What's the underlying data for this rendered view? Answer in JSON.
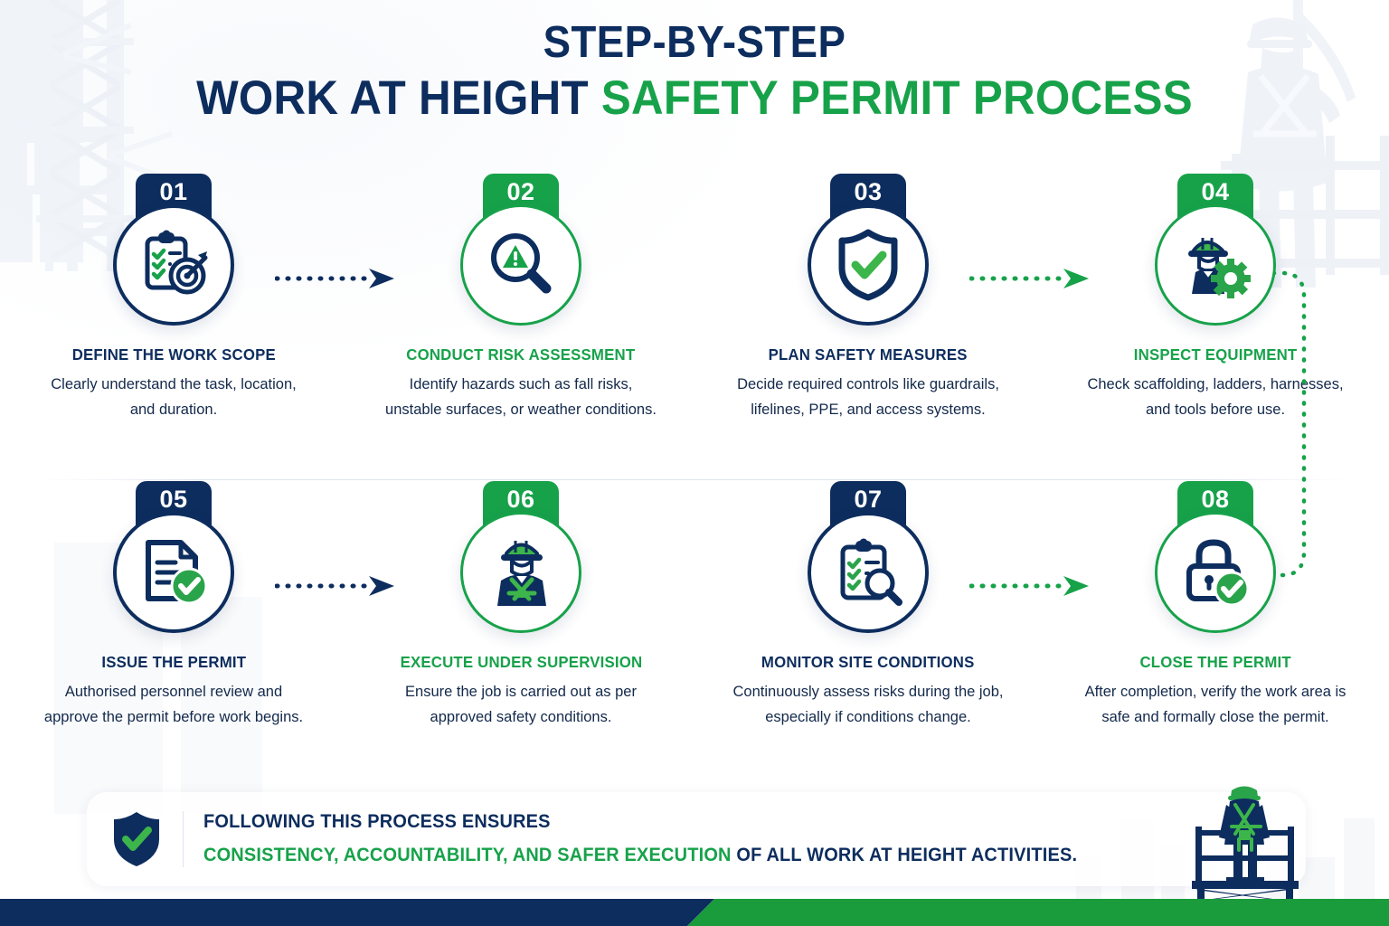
{
  "title": {
    "line1": "STEP-BY-STEP",
    "line2_dark": "WORK AT HEIGHT ",
    "line2_green": "SAFETY PERMIT PROCESS"
  },
  "colors": {
    "navy": "#0d2d5e",
    "green": "#17a24a",
    "text": "#13294b",
    "background": "#ffffff"
  },
  "steps": [
    {
      "number": "01",
      "title": "DEFINE THE WORK SCOPE",
      "desc": "Clearly understand the task, location, and duration.",
      "accent": "navy",
      "icon": "clipboard-target-icon"
    },
    {
      "number": "02",
      "title": "CONDUCT RISK ASSESSMENT",
      "desc": "Identify hazards such as fall risks, unstable surfaces, or weather conditions.",
      "accent": "green",
      "icon": "magnifier-warning-icon"
    },
    {
      "number": "03",
      "title": "PLAN SAFETY MEASURES",
      "desc": "Decide required controls like guardrails, lifelines, PPE, and access systems.",
      "accent": "navy",
      "icon": "shield-check-icon"
    },
    {
      "number": "04",
      "title": "INSPECT EQUIPMENT",
      "desc": "Check scaffolding, ladders, harnesses, and tools before use.",
      "accent": "green",
      "icon": "worker-gear-icon"
    },
    {
      "number": "05",
      "title": "ISSUE THE PERMIT",
      "desc": "Authorised personnel review and approve the permit before work begins.",
      "accent": "navy",
      "icon": "document-check-icon"
    },
    {
      "number": "06",
      "title": "EXECUTE UNDER SUPERVISION",
      "desc": "Ensure the job is carried out as per approved safety conditions.",
      "accent": "green",
      "icon": "worker-harness-icon"
    },
    {
      "number": "07",
      "title": "MONITOR SITE CONDITIONS",
      "desc": "Continuously assess risks during the job, especially if conditions change.",
      "accent": "navy",
      "icon": "clipboard-magnifier-icon"
    },
    {
      "number": "08",
      "title": "CLOSE THE PERMIT",
      "desc": "After completion, verify the work area is safe and formally close the permit.",
      "accent": "green",
      "icon": "lock-check-icon"
    }
  ],
  "connectors": [
    {
      "name": "arrow-01-to-02",
      "color": "navy",
      "style": "dotted"
    },
    {
      "name": "arrow-02-to-03",
      "color": "green",
      "style": "dotted"
    },
    {
      "name": "arrow-03-to-04",
      "color": "navy",
      "style": "dotted"
    },
    {
      "name": "loop-04-to-08",
      "color": "green",
      "style": "dotted-curve"
    },
    {
      "name": "arrow-05-to-06",
      "color": "navy",
      "style": "dotted"
    },
    {
      "name": "arrow-06-to-07",
      "color": "green",
      "style": "dotted"
    },
    {
      "name": "arrow-07-to-08",
      "color": "navy",
      "style": "dotted"
    }
  ],
  "footer": {
    "line1": "FOLLOWING THIS PROCESS ENSURES",
    "line2_green": "CONSISTENCY, ACCOUNTABILITY, AND SAFER EXECUTION",
    "line2_dark": " OF ALL WORK AT HEIGHT ACTIVITIES.",
    "icon": "shield-check-icon"
  }
}
